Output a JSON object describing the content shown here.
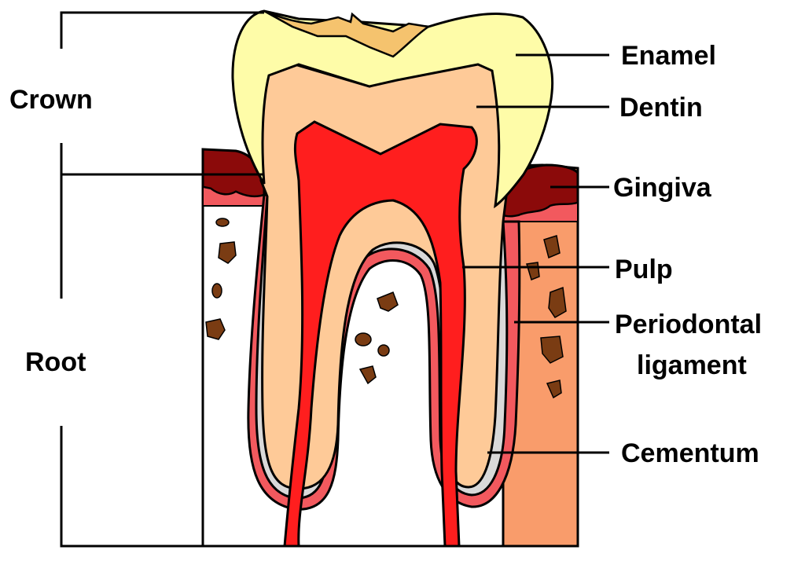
{
  "labels": {
    "crown": "Crown",
    "root": "Root",
    "enamel": "Enamel",
    "dentin": "Dentin",
    "gingiva": "Gingiva",
    "pulp": "Pulp",
    "periodontal_line1": "Periodontal",
    "periodontal_line2": "ligament",
    "cementum": "Cementum"
  },
  "colors": {
    "bone": "#F99C6B",
    "ligament": "#F2595E",
    "cementum": "#D9D9D9",
    "dentin": "#FECA98",
    "enamel": "#FEFCA8",
    "pulp": "#FF1E1E",
    "gingiva": "#8B0A0A",
    "decay": "#F5C36E",
    "bone_spot": "#7A3C13"
  }
}
